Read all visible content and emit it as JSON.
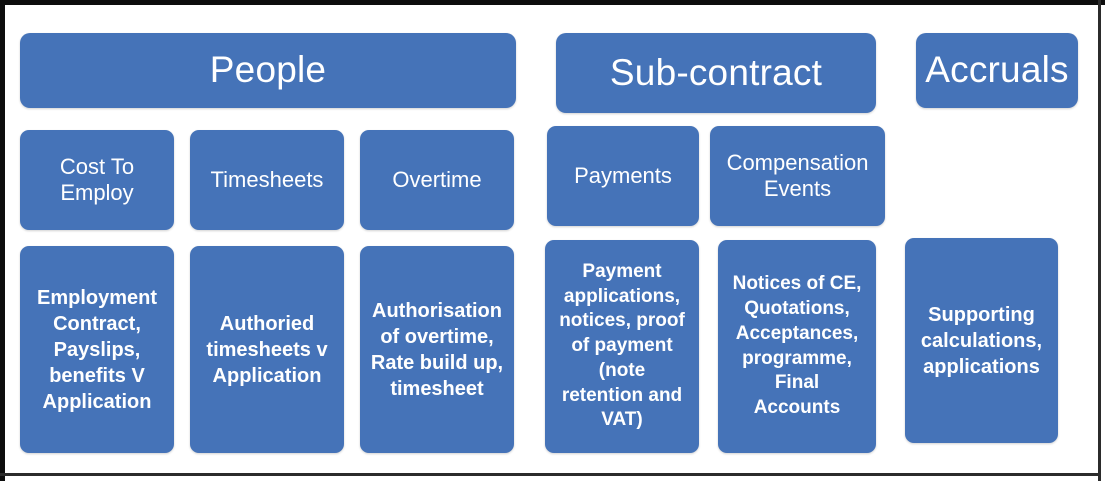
{
  "diagram": {
    "title_row": [
      {
        "id": "people",
        "label": "People"
      },
      {
        "id": "sub-contract",
        "label": "Sub-contract"
      },
      {
        "id": "accruals",
        "label": "Accruals"
      }
    ],
    "sub_row": [
      {
        "id": "cost-to-employ",
        "label": "Cost To\nEmploy"
      },
      {
        "id": "timesheets",
        "label": "Timesheets"
      },
      {
        "id": "overtime",
        "label": "Overtime"
      },
      {
        "id": "payments",
        "label": "Payments"
      },
      {
        "id": "compensation-events",
        "label": "Compensation\nEvents"
      }
    ],
    "detail_row": [
      {
        "id": "employment-evidence",
        "label": "Employment\nContract,\nPayslips,\nbenefits V\nApplication"
      },
      {
        "id": "timesheet-evidence",
        "label": "Authoried\ntimesheets v\nApplication"
      },
      {
        "id": "overtime-evidence",
        "label": "Authorisation\nof overtime,\nRate build up,\ntimesheet"
      },
      {
        "id": "payments-evidence",
        "label": "Payment\napplications,\nnotices, proof\nof payment\n(note\nretention and\nVAT)"
      },
      {
        "id": "ce-evidence",
        "label": "Notices of CE,\nQuotations,\nAcceptances,\nprogramme,\nFinal\nAccounts"
      },
      {
        "id": "accruals-evidence",
        "label": "Supporting\ncalculations,\napplications"
      }
    ],
    "colors": {
      "box_fill": "#4573b8",
      "box_text": "#ffffff",
      "background": "#ffffff",
      "frame": "#0d0d0d"
    }
  }
}
